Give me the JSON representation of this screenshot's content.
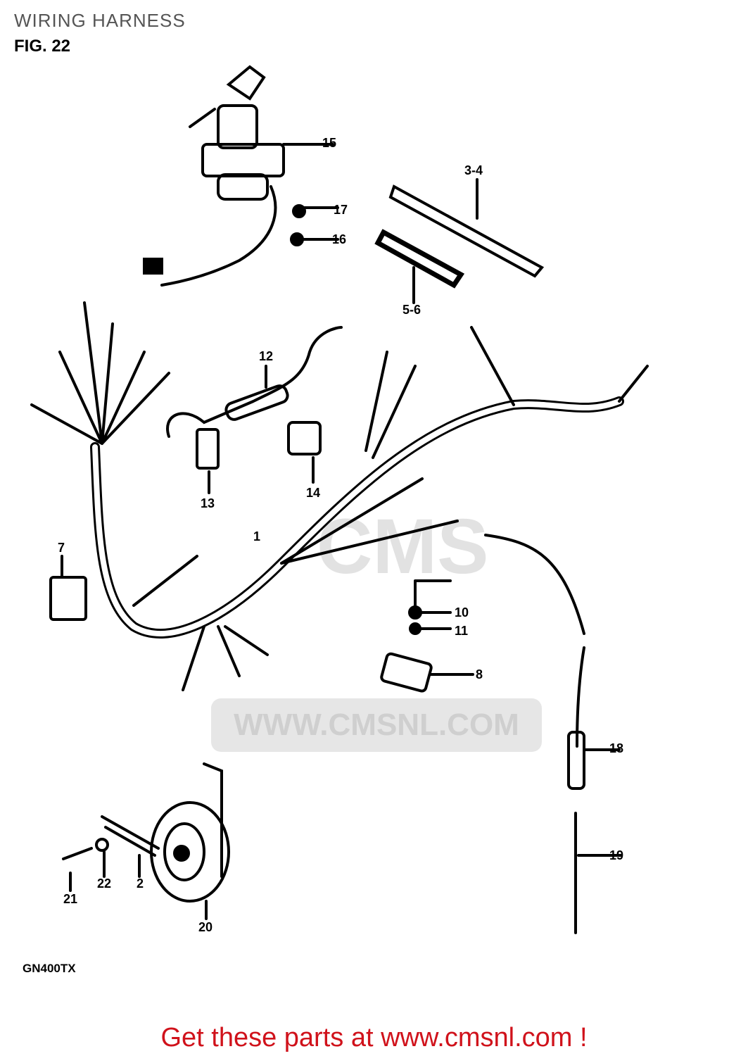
{
  "title": "WIRING HARNESS",
  "figure_label": "FIG. 22",
  "model_code": "GN400TX",
  "watermark": {
    "logo_text": "CMS",
    "url_text": "WWW.CMSNL.COM"
  },
  "callouts": [
    "15",
    "17",
    "16",
    "3-4",
    "5-6",
    "12",
    "13",
    "14",
    "1",
    "7",
    "10",
    "11",
    "8",
    "18",
    "19",
    "20",
    "21",
    "22",
    "2"
  ],
  "footer_link": "Get these parts at www.cmsnl.com !",
  "colors": {
    "footer": "#d0121b",
    "title": "#555555"
  }
}
